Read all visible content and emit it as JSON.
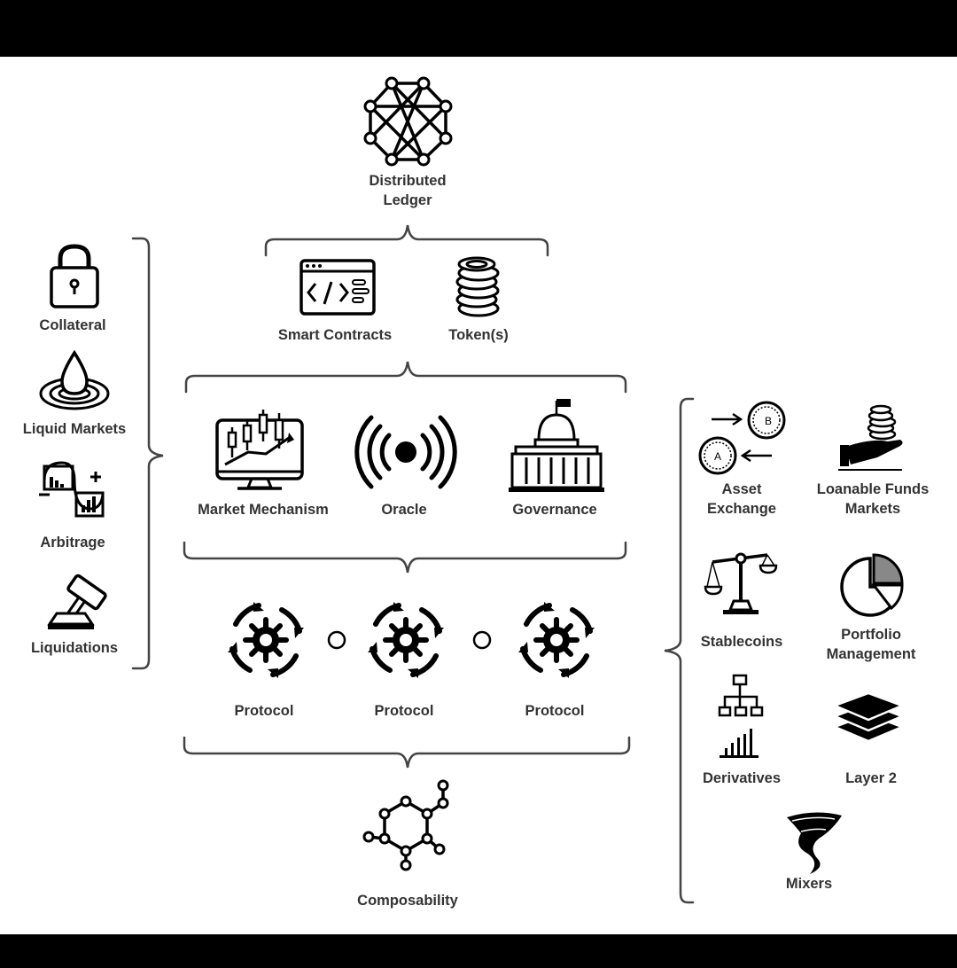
{
  "top": {
    "ledger_line1": "Distributed",
    "ledger_line2": "Ledger"
  },
  "tech": {
    "smart_contracts": "Smart Contracts",
    "tokens": "Token(s)"
  },
  "core": {
    "market_mechanism": "Market Mechanism",
    "oracle": "Oracle",
    "governance": "Governance"
  },
  "protocols": [
    "Protocol",
    "Protocol",
    "Protocol"
  ],
  "bottom": {
    "composability": "Composability"
  },
  "left_items": [
    "Collateral",
    "Liquid Markets",
    "Arbitrage",
    "Liquidations"
  ],
  "right_items": {
    "asset_exchange_1": "Asset",
    "asset_exchange_2": "Exchange",
    "loanable_1": "Loanable Funds",
    "loanable_2": "Markets",
    "stablecoins": "Stablecoins",
    "portfolio_1": "Portfolio",
    "portfolio_2": "Management",
    "derivatives": "Derivatives",
    "layer2": "Layer 2",
    "mixers": "Mixers"
  },
  "icon_letters": {
    "coin_a": "A",
    "coin_b": "B"
  },
  "colors": {
    "ink": "#000000",
    "label": "#333333",
    "background": "#ffffff",
    "frame": "#000000"
  }
}
